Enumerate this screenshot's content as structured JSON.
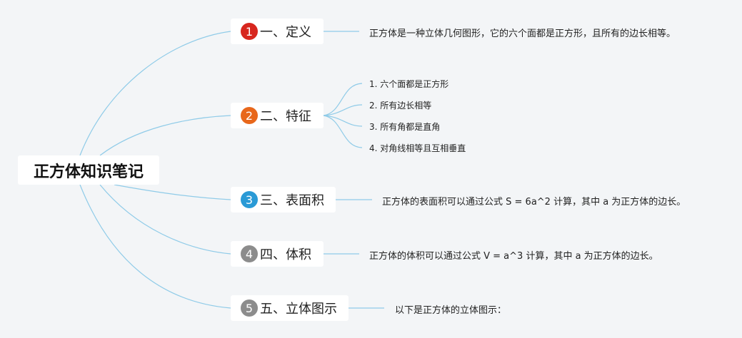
{
  "root": {
    "title": "正方体知识笔记"
  },
  "branches": [
    {
      "number": "1",
      "label": "一、定义",
      "badge_color": "#d7261e",
      "notes": [
        "正方体是一种立体几何图形，它的六个面都是正方形，且所有的边长相等。"
      ]
    },
    {
      "number": "2",
      "label": "二、特征",
      "badge_color": "#e8671b",
      "notes": [
        "1. 六个面都是正方形",
        "2. 所有边长相等",
        "3. 所有角都是直角",
        "4. 对角线相等且互相垂直"
      ]
    },
    {
      "number": "3",
      "label": "三、表面积",
      "badge_color": "#2a9ad6",
      "notes": [
        "正方体的表面积可以通过公式 S = 6a^2 计算，其中 a 为正方体的边长。"
      ]
    },
    {
      "number": "4",
      "label": "四、体积",
      "badge_color": "#8c8c8c",
      "notes": [
        "正方体的体积可以通过公式 V = a^3 计算，其中 a 为正方体的边长。"
      ]
    },
    {
      "number": "5",
      "label": "五、立体图示",
      "badge_color": "#8c8c8c",
      "notes": [
        "以下是正方体的立体图示："
      ]
    }
  ],
  "line_color": "#8fcbe8"
}
